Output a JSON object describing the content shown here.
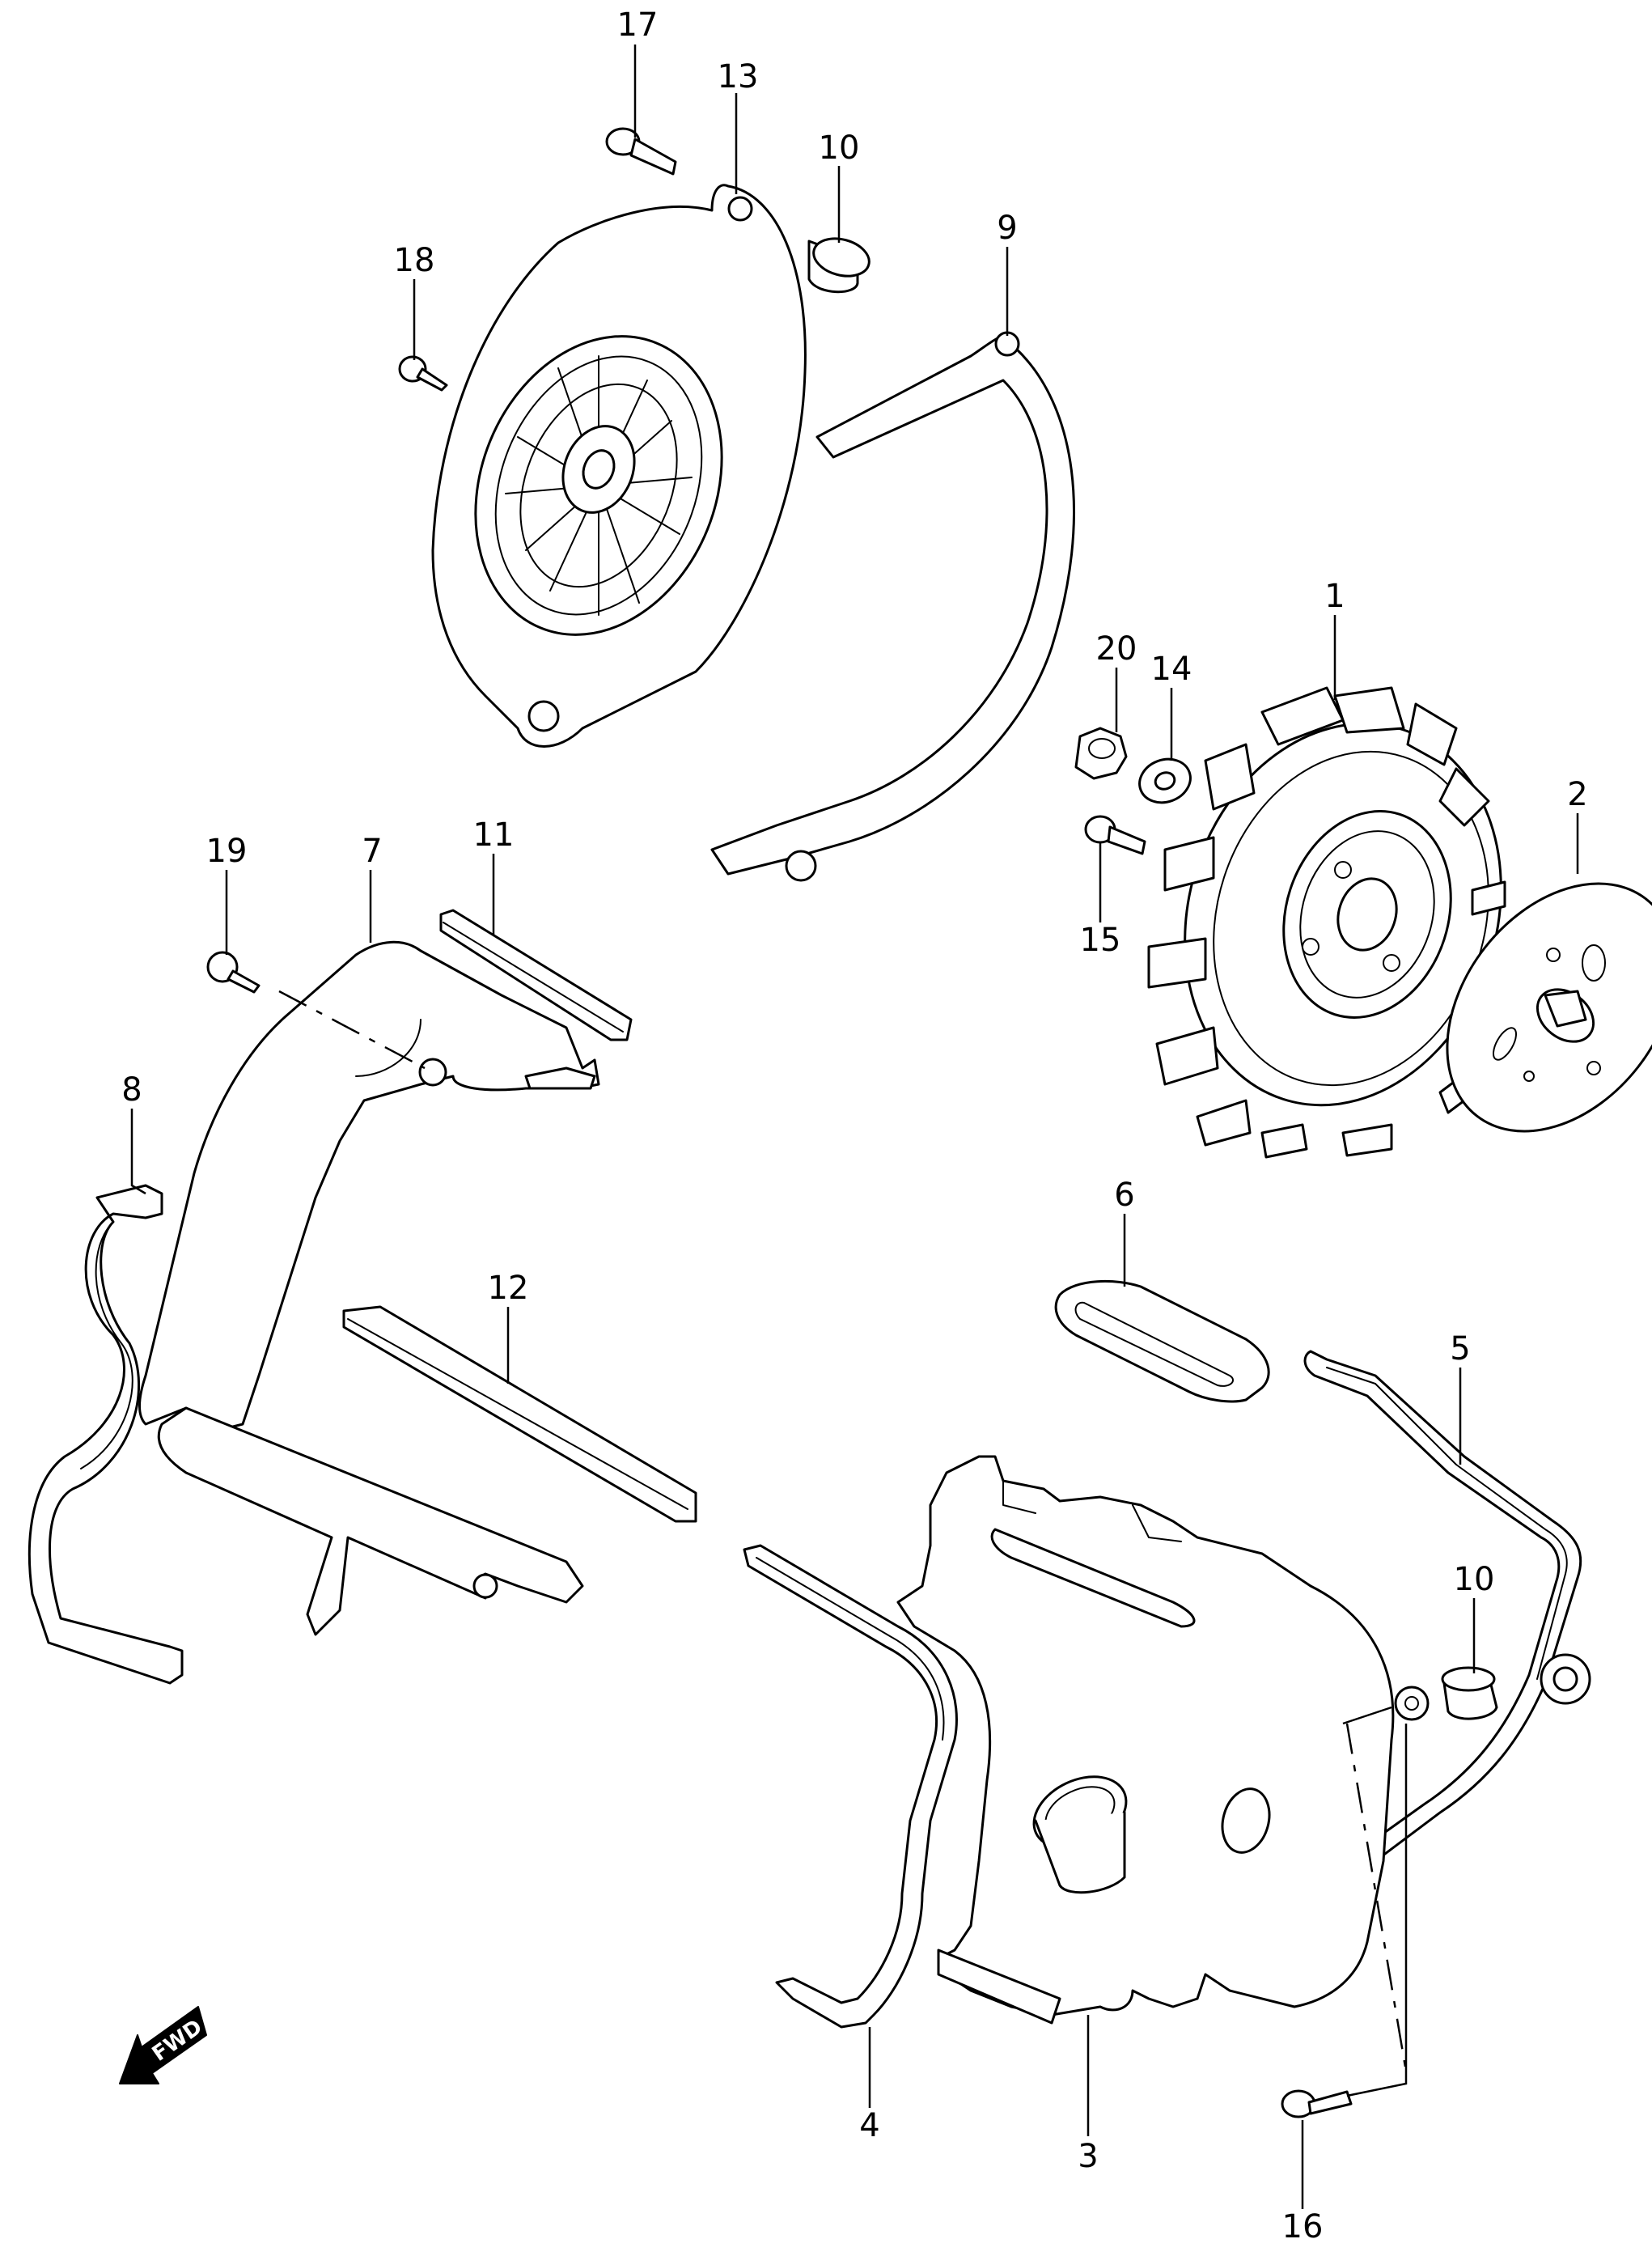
{
  "callouts": [
    {
      "id": "c17",
      "label": "17"
    },
    {
      "id": "c13",
      "label": "13"
    },
    {
      "id": "c10a",
      "label": "10"
    },
    {
      "id": "c18",
      "label": "18"
    },
    {
      "id": "c9",
      "label": "9"
    },
    {
      "id": "c1",
      "label": "1"
    },
    {
      "id": "c20",
      "label": "20"
    },
    {
      "id": "c14",
      "label": "14"
    },
    {
      "id": "c2",
      "label": "2"
    },
    {
      "id": "c15",
      "label": "15"
    },
    {
      "id": "c19",
      "label": "19"
    },
    {
      "id": "c7",
      "label": "7"
    },
    {
      "id": "c11",
      "label": "11"
    },
    {
      "id": "c8",
      "label": "8"
    },
    {
      "id": "c6",
      "label": "6"
    },
    {
      "id": "c12",
      "label": "12"
    },
    {
      "id": "c5",
      "label": "5"
    },
    {
      "id": "c10b",
      "label": "10"
    },
    {
      "id": "c4",
      "label": "4"
    },
    {
      "id": "c3",
      "label": "3"
    },
    {
      "id": "c16",
      "label": "16"
    }
  ],
  "direction_marker": {
    "label": "FWD"
  }
}
